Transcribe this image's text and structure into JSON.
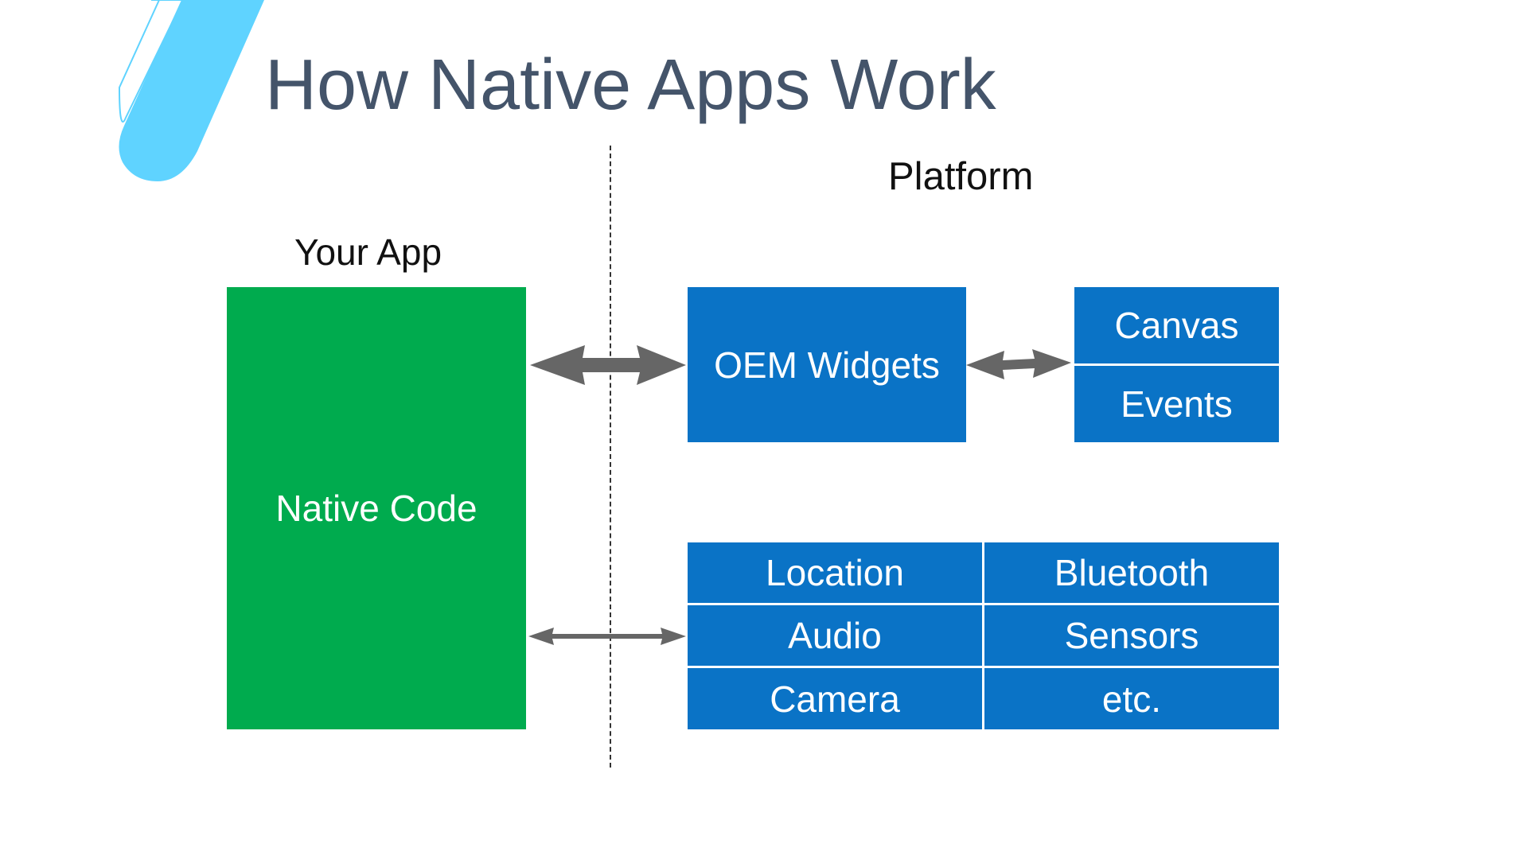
{
  "title": "How Native Apps Work",
  "labels": {
    "platform": "Platform",
    "your_app": "Your App"
  },
  "boxes": {
    "native_code": "Native Code",
    "oem_widgets": "OEM Widgets",
    "canvas": "Canvas",
    "events": "Events"
  },
  "services": {
    "location": "Location",
    "bluetooth": "Bluetooth",
    "audio": "Audio",
    "sensors": "Sensors",
    "camera": "Camera",
    "etc": "etc."
  },
  "colors": {
    "app_box": "#00ab4e",
    "platform_box": "#0a73c6",
    "accent": "#5fd3ff",
    "title": "#44546a",
    "arrow": "#666666"
  }
}
